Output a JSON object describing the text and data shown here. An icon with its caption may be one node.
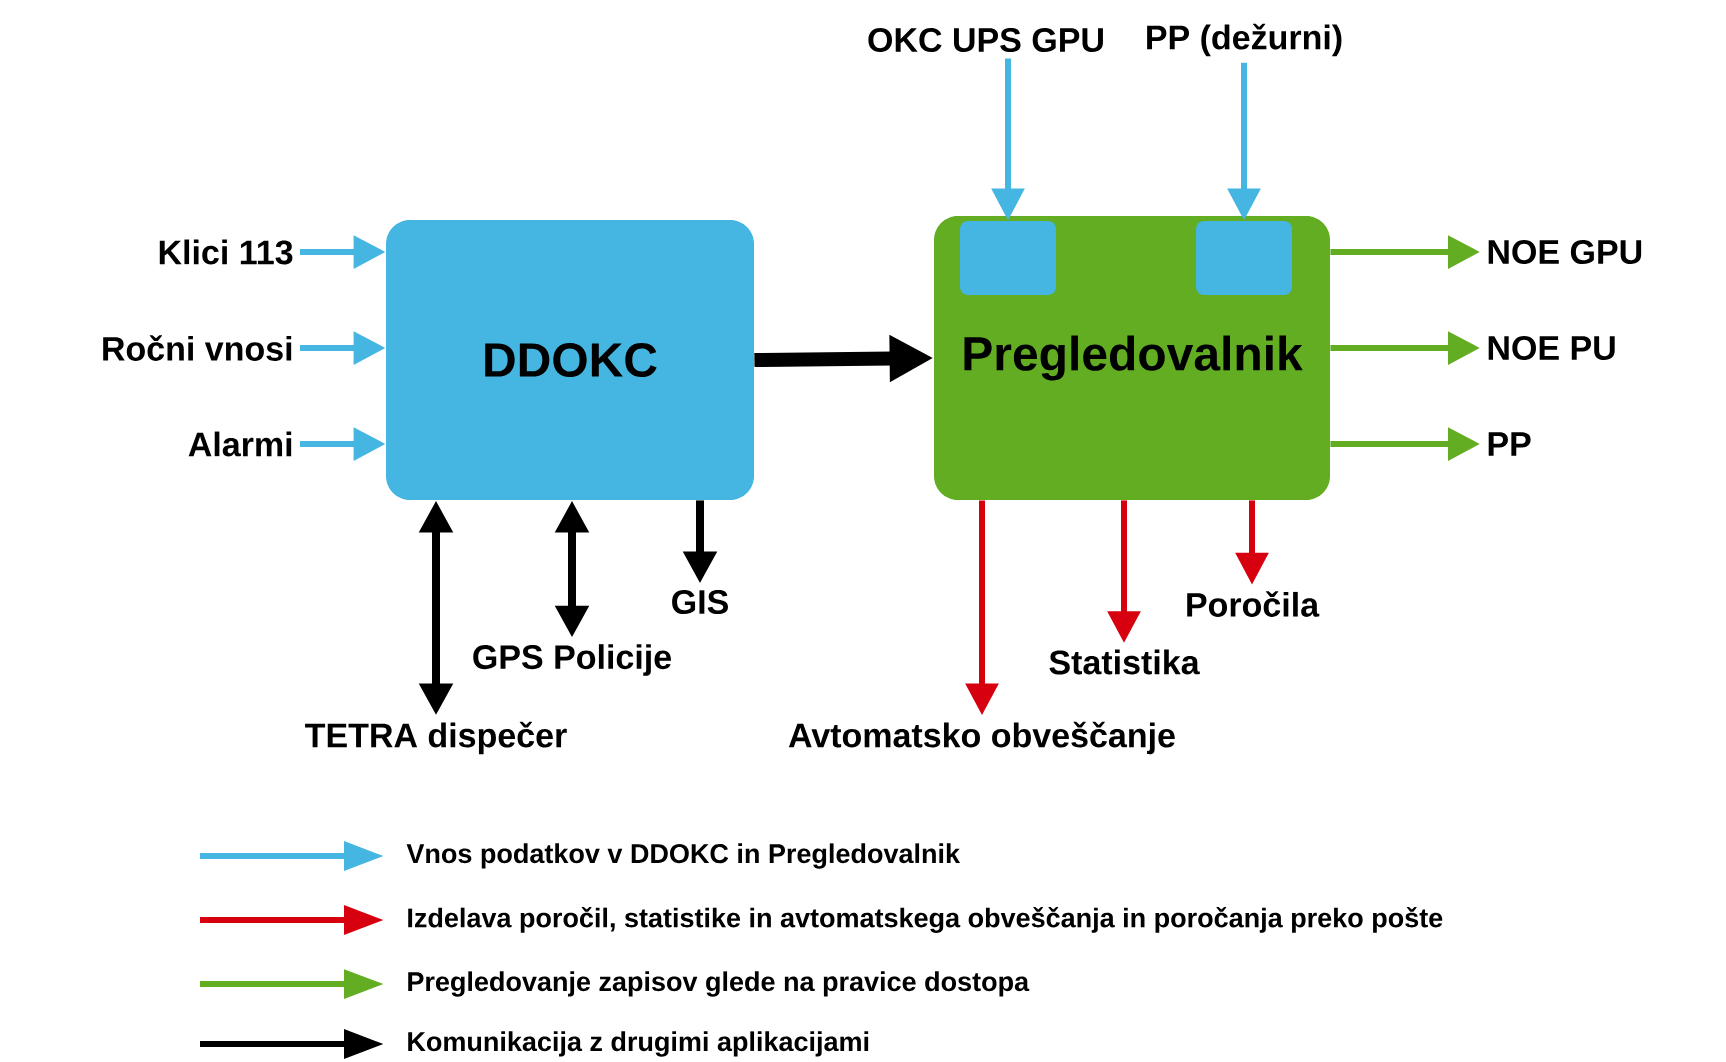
{
  "diagram": {
    "nodes": [
      {
        "text": [
          "DDOKC"
        ]
      },
      {
        "text": [
          "Pregledovalnik"
        ]
      },
      {
        "text": [],
        "shape": "box",
        "in": 1
      },
      {
        "text": [],
        "shape": "box",
        "in": 1
      },
      {
        "text": [
          "Klici 113"
        ]
      },
      {
        "text": [
          "Ročni vnosi"
        ]
      },
      {
        "text": [
          "Alarmi"
        ]
      },
      {
        "text": [
          "OKC UPS GPU"
        ]
      },
      {
        "text": [
          "PP (dežurni)"
        ]
      },
      {
        "text": [
          "NOE GPU"
        ]
      },
      {
        "text": [
          "NOE PU"
        ]
      },
      {
        "text": [
          "PP"
        ]
      },
      {
        "text": [
          "TETRA dispečer"
        ]
      },
      {
        "text": [
          "GPS Policije"
        ]
      },
      {
        "text": [
          "GIS"
        ]
      },
      {
        "text": [
          "Avtomatsko obveščanje"
        ]
      },
      {
        "text": [
          "Statistika"
        ]
      },
      {
        "text": [
          "Poročila"
        ]
      }
    ],
    "edges": [
      {
        "from": 4,
        "to": 0,
        "arrow": "to",
        "color": "#45b5e1"
      },
      {
        "from": 5,
        "to": 0,
        "arrow": "to",
        "color": "#45b5e1"
      },
      {
        "from": 6,
        "to": 0,
        "arrow": "to",
        "color": "#45b5e1"
      },
      {
        "from": 7,
        "to": 2,
        "arrow": "to",
        "color": "#45b5e1"
      },
      {
        "from": 8,
        "to": 3,
        "arrow": "to",
        "color": "#45b5e1"
      },
      {
        "from": 0,
        "to": 1,
        "arrow": "to",
        "style": "thick",
        "color": "#000000"
      },
      {
        "from": 1,
        "to": 9,
        "arrow": "to",
        "color": "#62ad22"
      },
      {
        "from": 1,
        "to": 10,
        "arrow": "to",
        "color": "#62ad22"
      },
      {
        "from": 1,
        "to": 11,
        "arrow": "to",
        "color": "#62ad22"
      },
      {
        "from": 0,
        "to": 12,
        "arrow": "both",
        "color": "#000000"
      },
      {
        "from": 0,
        "to": 13,
        "arrow": "both",
        "color": "#000000"
      },
      {
        "from": 0,
        "to": 14,
        "arrow": "to",
        "color": "#000000"
      },
      {
        "from": 1,
        "to": 15,
        "arrow": "to",
        "color": "#d7000f"
      },
      {
        "from": 1,
        "to": 16,
        "arrow": "to",
        "color": "#d7000f"
      },
      {
        "from": 1,
        "to": 17,
        "arrow": "to",
        "color": "#d7000f"
      }
    ],
    "legend": [
      {
        "text": "Vnos podatkov v DDOKC in Pregledovalnik",
        "color": "#45b5e1"
      },
      {
        "text": "Izdelava poročil, statistike in avtomatskega obveščanja in poročanja preko pošte",
        "color": "#d7000f"
      },
      {
        "text": "Pregledovanje zapisov glede na pravice dostopa",
        "color": "#62ad22"
      },
      {
        "text": "Komunikacija z drugimi aplikacijami",
        "color": "#000000"
      }
    ]
  }
}
